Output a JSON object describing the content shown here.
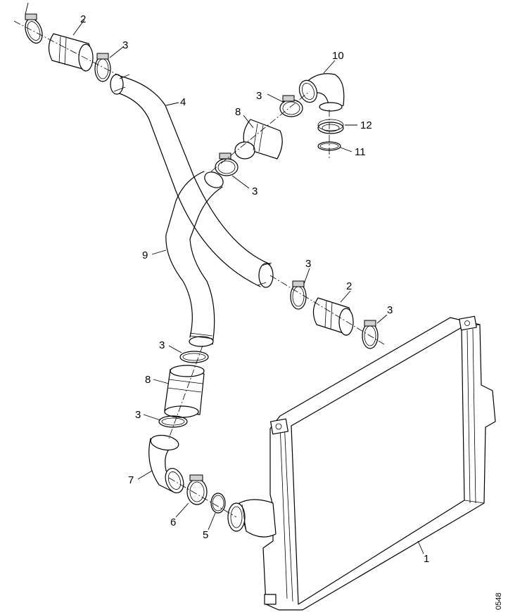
{
  "labels": {
    "l1": "1",
    "l2a": "2",
    "l2b": "2",
    "l3a": "3",
    "l3b": "3",
    "l3c": "3",
    "l3d": "3",
    "l3e": "3",
    "l3f": "3",
    "l3g": "3",
    "l4": "4",
    "l5": "5",
    "l6": "6",
    "l7": "7",
    "l8a": "8",
    "l8b": "8",
    "l9": "9",
    "l10": "10",
    "l11": "11",
    "l12": "12"
  },
  "figure_ref": "0548"
}
